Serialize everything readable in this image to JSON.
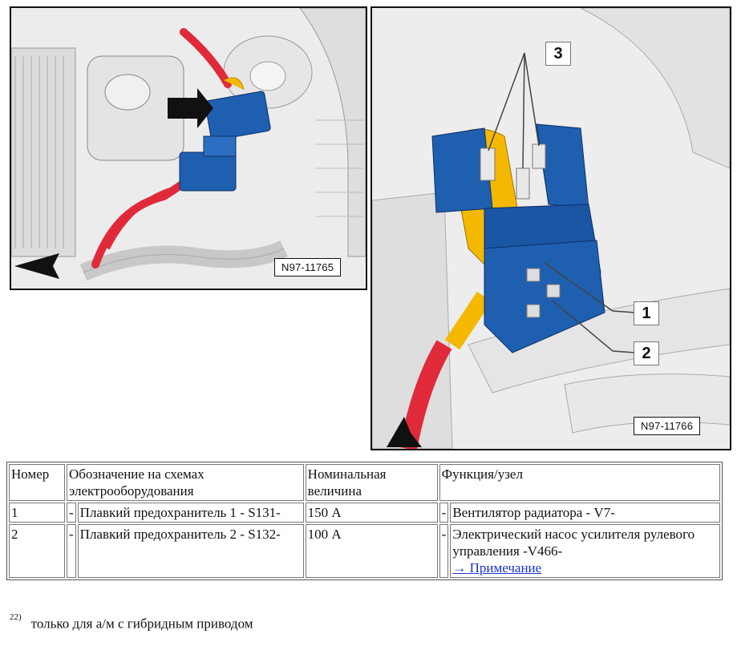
{
  "figures": [
    {
      "id": "N97-11765"
    },
    {
      "id": "N97-11766",
      "callouts": [
        "1",
        "2",
        "3"
      ]
    }
  ],
  "table": {
    "headers": [
      "Номер",
      "Обозначение на схемах электрооборудования",
      "Номинальная величина",
      "Функция/узел"
    ],
    "rows": [
      {
        "num": "1",
        "dash": "-",
        "designation": "Плавкий предохранитель 1 - S131-",
        "rating": "150 А",
        "dash2": "-",
        "function": "Вентилятор радиатора - V7-",
        "link": ""
      },
      {
        "num": "2",
        "dash": "-",
        "designation": "Плавкий предохранитель 2 - S132-",
        "rating": "100 А",
        "dash2": "-",
        "function": "Электрический насос усилителя рулевого управления -V466-",
        "link": "→ Примечание"
      }
    ]
  },
  "footnote": {
    "mark": "22)",
    "text": "только для а/м с гибридным приводом"
  },
  "colors": {
    "fuse_blue": "#1f5fb0",
    "cable_red": "#e02a3a",
    "holder_yellow": "#f5b800",
    "engine_grey": "#d9d9d9"
  }
}
